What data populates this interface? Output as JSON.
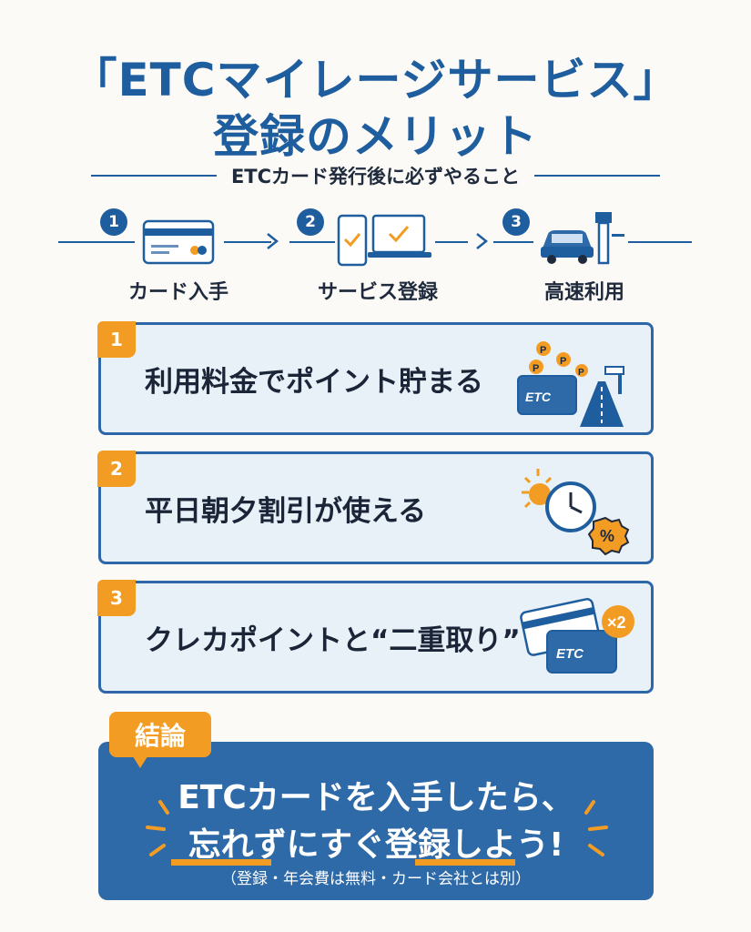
{
  "title": {
    "line1": "「ETCマイレージサービス」",
    "line2": "登録のメリット"
  },
  "subheading": "ETCカード発行後に必ずやること",
  "steps": [
    {
      "number": "1",
      "label": "カード入手",
      "icon": "credit-card-icon"
    },
    {
      "number": "2",
      "label": "サービス登録",
      "icon": "phone-laptop-check-icon"
    },
    {
      "number": "3",
      "label": "高速利用",
      "icon": "car-toll-gate-icon"
    }
  ],
  "benefits": [
    {
      "number": "1",
      "text": "利用料金でポイント貯まる",
      "icon": "etc-card-points-highway-icon"
    },
    {
      "number": "2",
      "text": "平日朝夕割引が使える",
      "icon": "sun-clock-discount-icon"
    },
    {
      "number": "3",
      "text": "クレカポイントと“二重取り”",
      "icon": "cards-double-icon"
    }
  ],
  "etc_card_text": "ETC",
  "points_badge": "P",
  "discount_badge": "%",
  "double_badge": "×2",
  "conclusion": {
    "tag": "結論",
    "line1": "ETCカードを入手したら、",
    "line2": "忘れずにすぐ登録しよう!",
    "note": "（登録・年会費は無料・カード会社とは別）"
  },
  "colors": {
    "primary": "#1f5e9e",
    "accent": "#f29c24",
    "card_bg": "#e8f0f8",
    "conclusion_bg": "#2e6aa8"
  }
}
